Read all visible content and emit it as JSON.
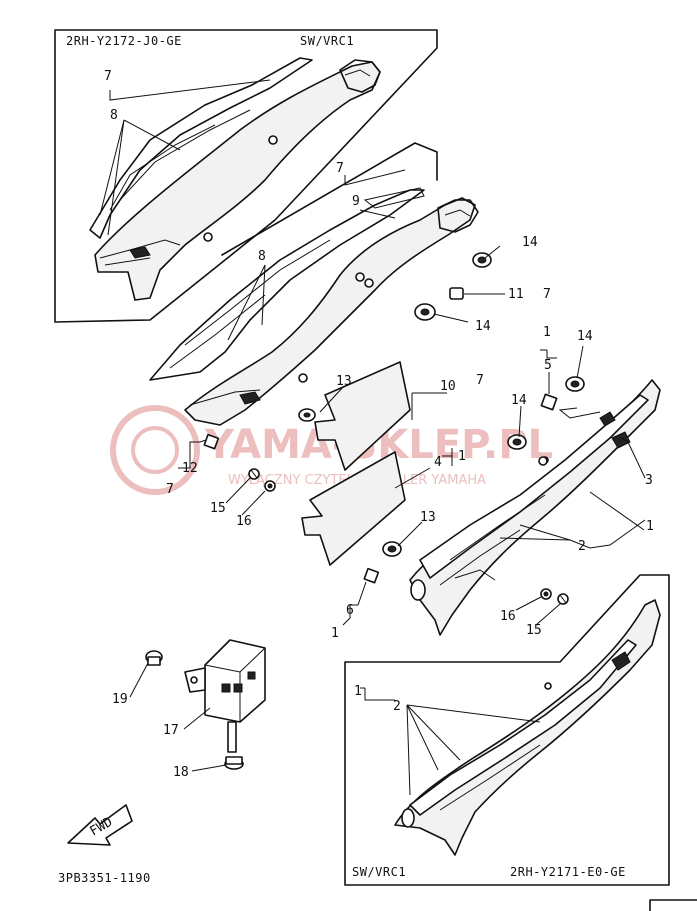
{
  "diagram": {
    "inset_top": {
      "code": "2RH-Y2172-J0-GE",
      "variant": "SW/VRC1"
    },
    "inset_bottom": {
      "code": "2RH-Y2171-E0-GE",
      "variant": "SW/VRC1"
    },
    "figure_code": "3PB3351-1190",
    "fwd_label": "FWD",
    "watermark": {
      "title": "YAMA-SKLEP.PL",
      "subtitle": "WYŁĄCZNY CZYTELNY DEALER YAMAHA"
    },
    "callouts": {
      "c1": "1",
      "c2": "2",
      "c3": "3",
      "c4": "4",
      "c5": "5",
      "c6": "6",
      "c7": "7",
      "c8": "8",
      "c9": "9",
      "c10": "10",
      "c11": "11",
      "c12": "12",
      "c13": "13",
      "c14": "14",
      "c15": "15",
      "c16": "16",
      "c17": "17",
      "c18": "18",
      "c19": "19"
    }
  }
}
